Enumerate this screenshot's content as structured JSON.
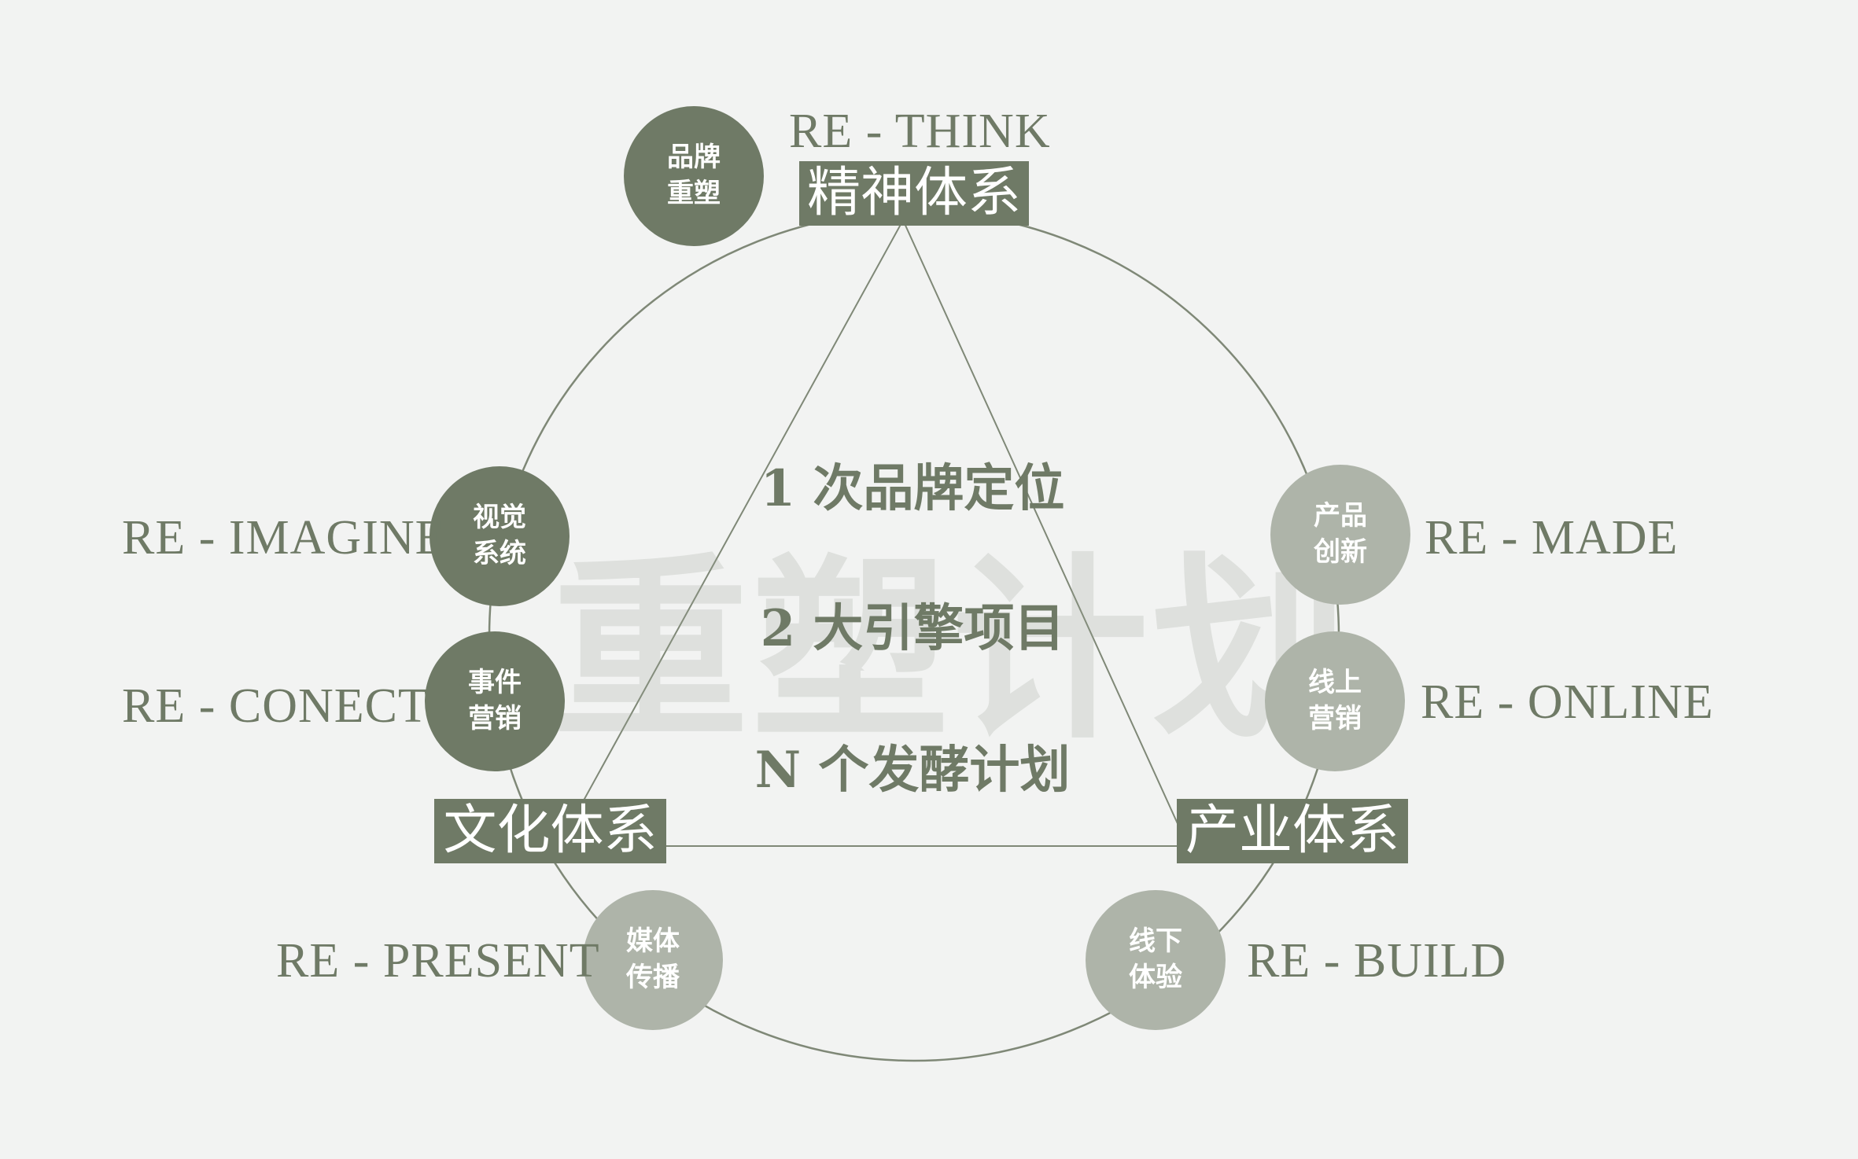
{
  "watermark": "重塑计划",
  "center": {
    "lines": [
      "1 次品牌定位",
      "2 大引擎项目",
      "N 个发酵计划"
    ]
  },
  "systems": {
    "top": "精神体系",
    "left": "文化体系",
    "right": "产业体系"
  },
  "nodes": [
    {
      "re": "RE - THINK",
      "line1": "品牌",
      "line2": "重塑",
      "tone": "dark"
    },
    {
      "re": "RE - IMAGINE",
      "line1": "视觉",
      "line2": "系统",
      "tone": "dark"
    },
    {
      "re": "RE - CONECT",
      "line1": "事件",
      "line2": "营销",
      "tone": "dark"
    },
    {
      "re": "RE - PRESENT",
      "line1": "媒体",
      "line2": "传播",
      "tone": "light"
    },
    {
      "re": "RE - MADE",
      "line1": "产品",
      "line2": "创新",
      "tone": "light"
    },
    {
      "re": "RE - ONLINE",
      "line1": "线上",
      "line2": "营销",
      "tone": "light"
    },
    {
      "re": "RE - BUILD",
      "line1": "线下",
      "line2": "体验",
      "tone": "light"
    }
  ],
  "colors": {
    "background": "#f2f3f2",
    "dark": "#6f7a66",
    "light": "#aeb4a9",
    "line": "#7f8877",
    "watermark": "#dcdfda"
  }
}
